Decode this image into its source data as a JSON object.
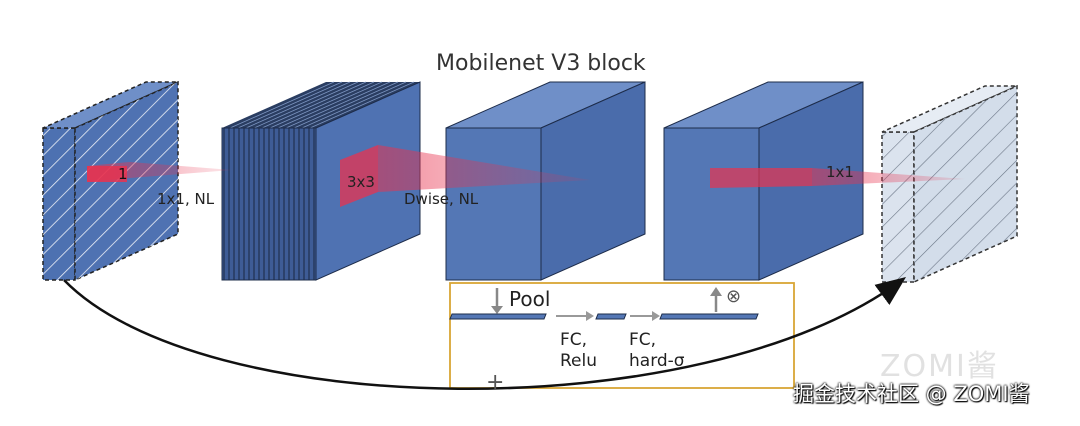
{
  "diagram": {
    "title": "Mobilenet V3 block",
    "labels": {
      "expand": "1x1, NL",
      "expand_kernel": "1",
      "dwise_kernel": "3x3",
      "dwise": "Dwise, NL",
      "project": "1x1"
    },
    "se_module": {
      "pool": "Pool",
      "fc1": "FC,\nRelu",
      "fc2": "FC,\nhard-σ",
      "multiply_symbol": "⊗",
      "add_symbol": "+"
    },
    "colors": {
      "block_front": "#5477b5",
      "block_side": "#3c5d98",
      "block_top": "#6f8fc8",
      "io_fill": "#dbe3ee",
      "kernel_red": "#e8334f",
      "se_box": "#d8a635",
      "arrow": "#111111"
    }
  },
  "watermark": {
    "text": "掘金技术社区 @ ZOMI酱",
    "faint": "ZOMI酱"
  }
}
